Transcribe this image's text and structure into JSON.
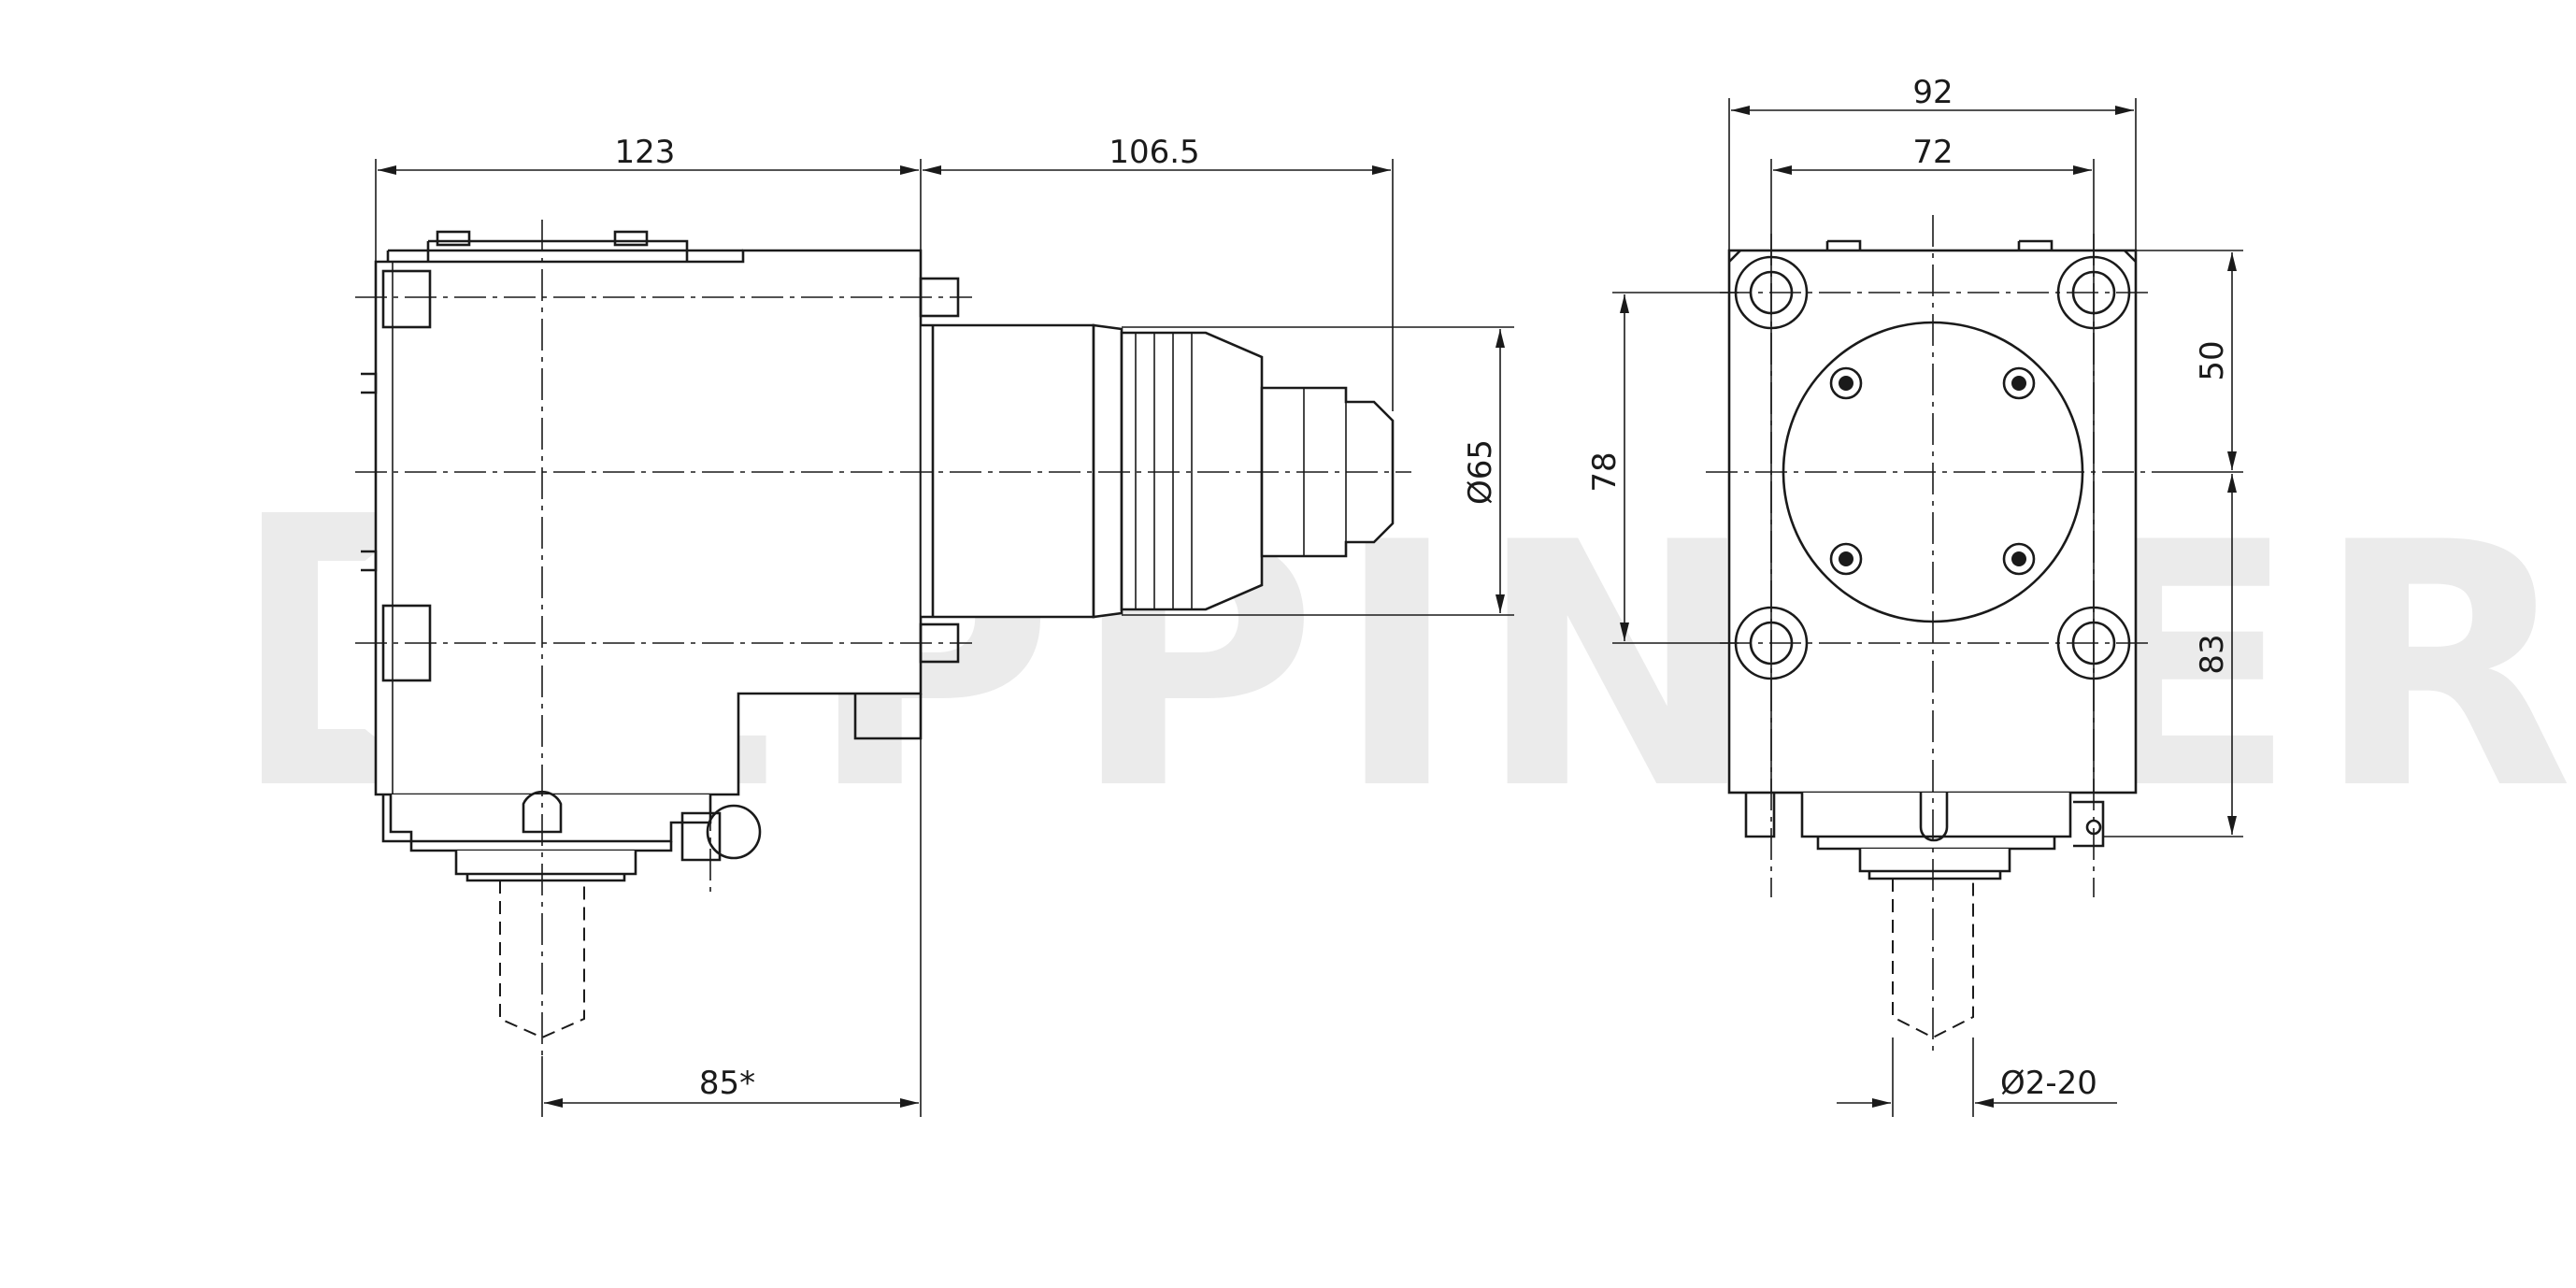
{
  "watermark": {
    "text": "EPPINGER"
  },
  "dimensions": {
    "d123": "123",
    "d106_5": "106.5",
    "d85": "85*",
    "d65": "Ø65",
    "d92": "92",
    "d72": "72",
    "d78": "78",
    "d50": "50",
    "d83": "83",
    "d2_20": "Ø2-20"
  },
  "colors": {
    "line": "#1a1a1a",
    "watermark": "#ebebeb",
    "background": "#ffffff"
  }
}
